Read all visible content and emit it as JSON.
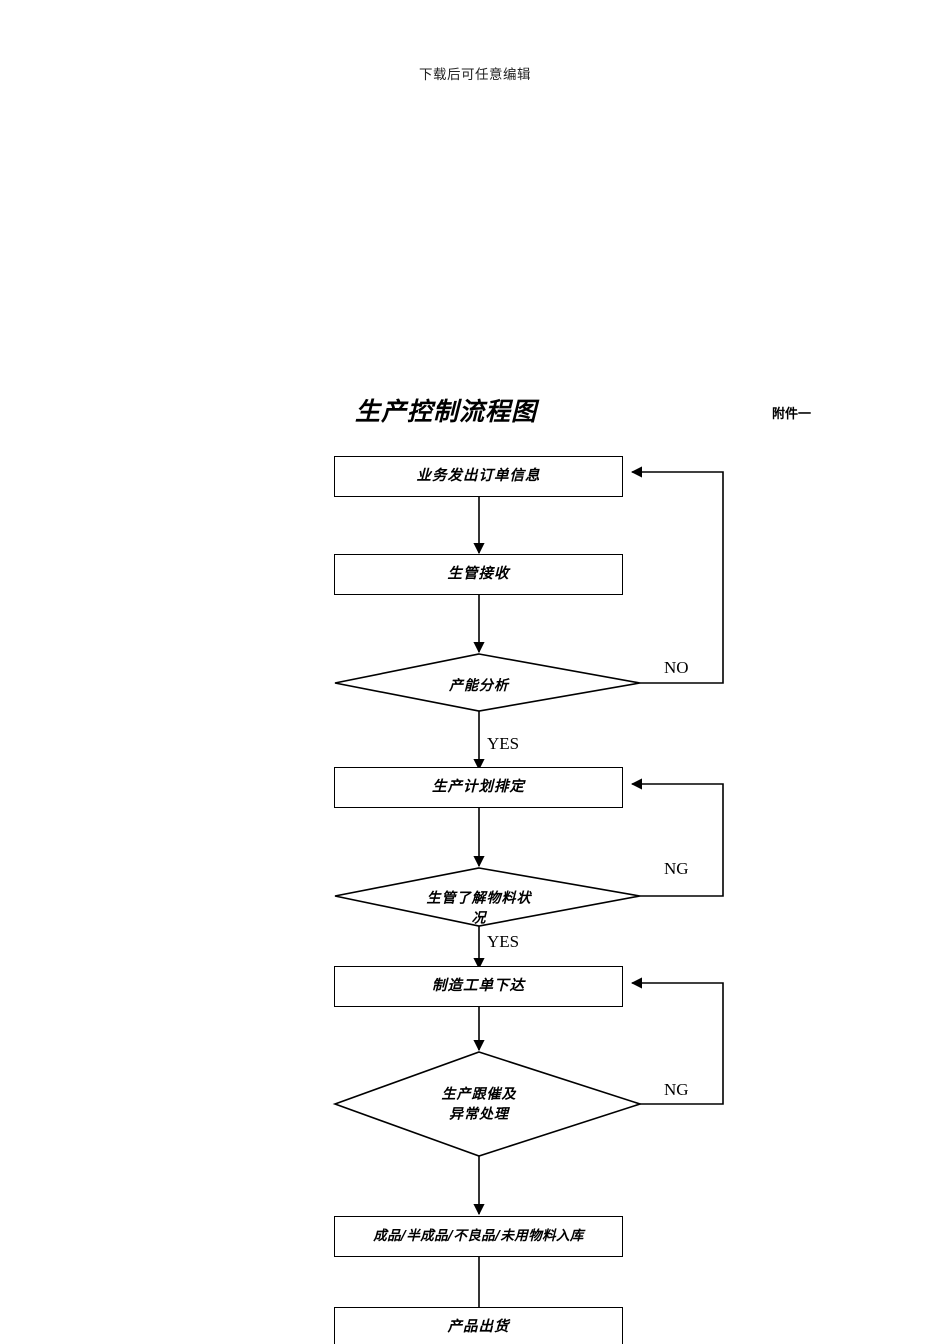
{
  "document": {
    "header_note": "下载后可任意编辑",
    "title": "生产控制流程图",
    "attachment_label": "附件一"
  },
  "colors": {
    "line": "#000000",
    "fill": "#ffffff",
    "text": "#000000",
    "header_text": "#222222"
  },
  "flowchart": {
    "type": "flowchart",
    "orientation": "top-to-bottom",
    "nodes": [
      {
        "id": "n1",
        "shape": "process",
        "label": "业务发出订单信息"
      },
      {
        "id": "n2",
        "shape": "process",
        "label": "生管接收"
      },
      {
        "id": "d1",
        "shape": "decision",
        "label_line1": "产能分析",
        "label_line2": ""
      },
      {
        "id": "n3",
        "shape": "process",
        "label": "生产计划排定"
      },
      {
        "id": "d2",
        "shape": "decision",
        "label_line1": "生管了解物料状",
        "label_line2": "况"
      },
      {
        "id": "n4",
        "shape": "process",
        "label": "制造工单下达"
      },
      {
        "id": "d3",
        "shape": "decision",
        "label_line1": "生产跟催及",
        "label_line2": "异常处理"
      },
      {
        "id": "n5",
        "shape": "process",
        "label": "成品/半成品/不良品/未用物料入库"
      },
      {
        "id": "n6",
        "shape": "process",
        "label": "产品出货"
      }
    ],
    "edge_labels": {
      "d1_no": "NO",
      "d1_yes": "YES",
      "d2_ng": "NG",
      "d2_yes": "YES",
      "d3_ng": "NG"
    }
  }
}
